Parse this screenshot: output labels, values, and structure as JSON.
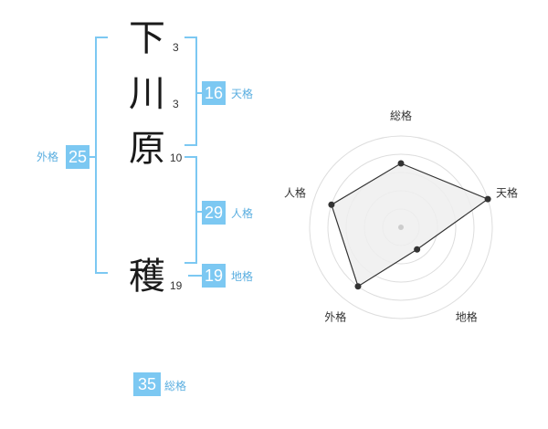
{
  "name": {
    "chars": [
      {
        "char": "下",
        "strokes": "3"
      },
      {
        "char": "川",
        "strokes": "3"
      },
      {
        "char": "原",
        "strokes": "10"
      },
      {
        "char": "穫",
        "strokes": "19"
      }
    ]
  },
  "kakusu": {
    "tenkaku": {
      "value": "16",
      "label": "天格"
    },
    "jinkaku": {
      "value": "29",
      "label": "人格"
    },
    "chikaku": {
      "value": "19",
      "label": "地格"
    },
    "gaikaku": {
      "value": "25",
      "label": "外格"
    },
    "soukaku": {
      "value": "35",
      "label": "総格"
    }
  },
  "colors": {
    "accent": "#7cc8f2",
    "label": "#5aaee0"
  },
  "chart_data": {
    "type": "radar",
    "axes": [
      "総格",
      "天格",
      "地格",
      "外格",
      "人格"
    ],
    "values": [
      3.5,
      5,
      1.5,
      4,
      4
    ],
    "rmax": 5,
    "rings": 5,
    "fill": "#eeeeee",
    "line": "#333333"
  }
}
